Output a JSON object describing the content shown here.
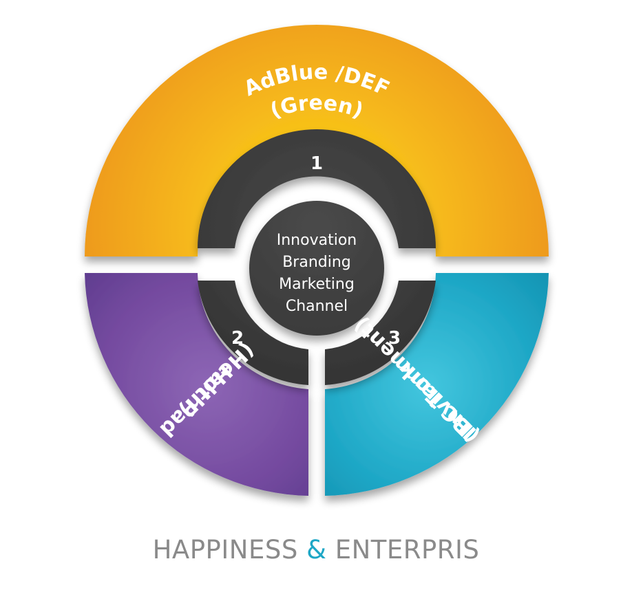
{
  "segments": [
    {
      "number": "1",
      "line1": "AdBlue /DEF",
      "line2": "(Green)",
      "color": "#f6ad1c"
    },
    {
      "number": "2",
      "line1": "Hot Pad",
      "line2": "(Health)",
      "color": "#7a4ea0"
    },
    {
      "number": "3",
      "line1": "IBC Tank",
      "line2": "(Environment)",
      "color": "#1ea7c6"
    }
  ],
  "center": {
    "lines": [
      "Innovation",
      "Branding",
      "Marketing",
      "Channel"
    ],
    "color": "#3d3d3d"
  },
  "ring_color": "#3d3d3d",
  "footer": {
    "part1": "HAPPINESS ",
    "amp": "&",
    "part2": " ENTERPRIS",
    "text_color": "#8a8a8a",
    "amp_color": "#1ea7c6"
  }
}
